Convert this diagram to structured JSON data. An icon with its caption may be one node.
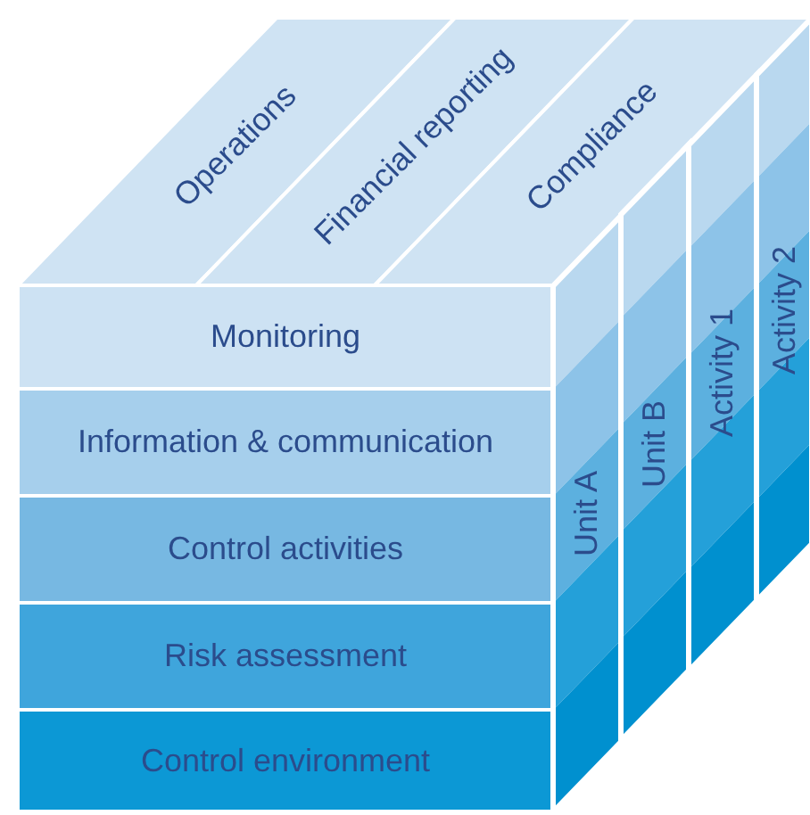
{
  "diagram": {
    "nodes": [
      {
        "text": [
          "Operations"
        ]
      },
      {
        "text": [
          "Financial reporting"
        ]
      },
      {
        "text": [
          "Compliance"
        ]
      },
      {
        "text": [
          "Monitoring"
        ]
      },
      {
        "text": [
          "Information & communication"
        ]
      },
      {
        "text": [
          "Control activities"
        ]
      },
      {
        "text": [
          "Risk assessment"
        ]
      },
      {
        "text": [
          "Control environment"
        ]
      },
      {
        "text": [
          "Unit A"
        ]
      },
      {
        "text": [
          "Unit B"
        ]
      },
      {
        "text": [
          "Activity 1"
        ]
      },
      {
        "text": [
          "Activity 2"
        ]
      }
    ]
  }
}
